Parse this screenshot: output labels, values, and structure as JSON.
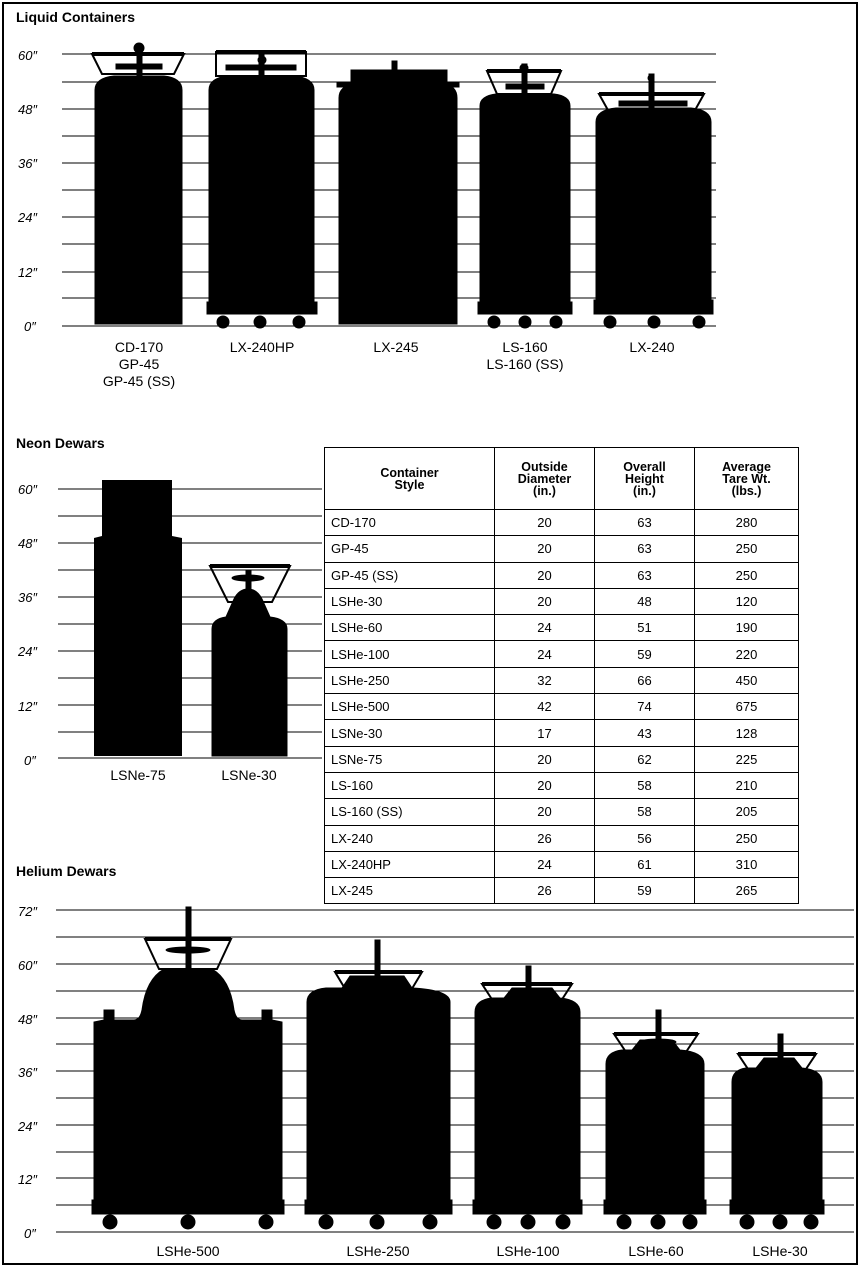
{
  "liquid": {
    "title": "Liquid Containers",
    "axis": [
      "0″",
      "12″",
      "24″",
      "36″",
      "48″",
      "60″"
    ],
    "labels": [
      [
        "CD-170",
        "GP-45",
        "GP-45 (SS)"
      ],
      [
        "LX-240HP"
      ],
      [
        "LX-245"
      ],
      [
        "LS-160",
        "LS-160 (SS)"
      ],
      [
        "LX-240"
      ]
    ]
  },
  "neon": {
    "title": "Neon Dewars",
    "axis": [
      "0″",
      "12″",
      "24″",
      "36″",
      "48″",
      "60″"
    ],
    "labels": [
      "LSNe-75",
      "LSNe-30"
    ]
  },
  "helium": {
    "title": "Helium Dewars",
    "axis": [
      "0″",
      "12″",
      "24″",
      "36″",
      "48″",
      "60″",
      "72″"
    ],
    "labels": [
      "LSHe-500",
      "LSHe-250",
      "LSHe-100",
      "LSHe-60",
      "LSHe-30"
    ]
  },
  "table": {
    "headers": [
      "Container\nStyle",
      "Outside\nDiameter\n(in.)",
      "Overall\nHeight\n(in.)",
      "Average\nTare Wt.\n(lbs.)"
    ],
    "rows": [
      [
        "CD-170",
        "20",
        "63",
        "280"
      ],
      [
        "GP-45",
        "20",
        "63",
        "250"
      ],
      [
        "GP-45 (SS)",
        "20",
        "63",
        "250"
      ],
      [
        "LSHe-30",
        "20",
        "48",
        "120"
      ],
      [
        "LSHe-60",
        "24",
        "51",
        "190"
      ],
      [
        "LSHe-100",
        "24",
        "59",
        "220"
      ],
      [
        "LSHe-250",
        "32",
        "66",
        "450"
      ],
      [
        "LSHe-500",
        "42",
        "74",
        "675"
      ],
      [
        "LSNe-30",
        "17",
        "43",
        "128"
      ],
      [
        "LSNe-75",
        "20",
        "62",
        "225"
      ],
      [
        "LS-160",
        "20",
        "58",
        "210"
      ],
      [
        "LS-160 (SS)",
        "20",
        "58",
        "205"
      ],
      [
        "LX-240",
        "26",
        "56",
        "250"
      ],
      [
        "LX-240HP",
        "24",
        "61",
        "310"
      ],
      [
        "LX-245",
        "26",
        "59",
        "265"
      ]
    ]
  }
}
